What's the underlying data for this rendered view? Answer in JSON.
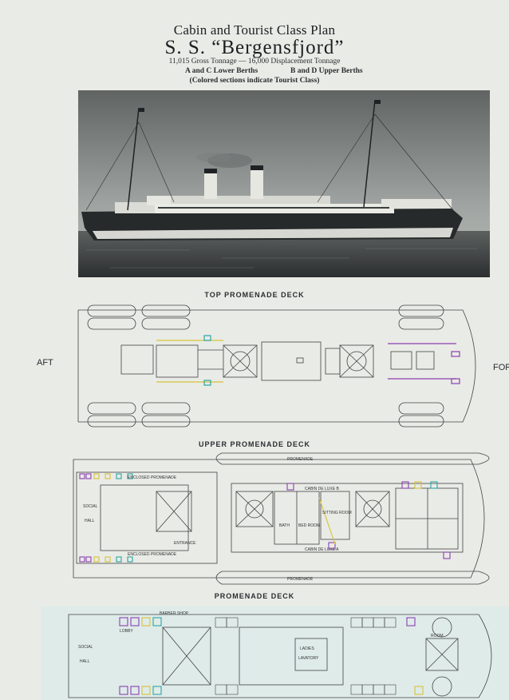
{
  "header": {
    "line1": "Cabin and Tourist Class Plan",
    "ship_name": "S. S. “Bergensfjord”",
    "tonnage": "11,015 Gross Tonnage — 16,000 Displacement Tonnage",
    "berths_lower": "A and C Lower Berths",
    "berths_upper": "B and D Upper Berths",
    "note": "(Colored sections indicate Tourist Class)"
  },
  "photo": {
    "subject": "ocean-liner-photograph"
  },
  "top_deck": {
    "title": "TOP PROMENADE DECK",
    "aft": "AFT",
    "forward": "FORW"
  },
  "upper_deck": {
    "title": "UPPER PROMENADE DECK",
    "labels": {
      "promenade_top": "PROMENADE",
      "promenade_bottom": "PROMENADE",
      "enclosed_top": "ENCLOSED PROMENADE",
      "enclosed_bottom": "ENCLOSED PROMENADE",
      "social": "SOCIAL",
      "hall": "HALL",
      "entrance": "ENTRANCE",
      "cabin_deluxe_top": "CABIN DE LUXE B",
      "cabin_deluxe_bottom": "CABIN DE LUXE A",
      "sitting_room": "SITTING ROOM",
      "bed_room": "BED ROOM",
      "bath": "BATH"
    }
  },
  "promenade_deck": {
    "title": "PROMENADE DECK",
    "labels": {
      "social": "SOCIAL",
      "hall": "HALL",
      "lobby": "LOBBY",
      "barber_shop": "BARBER SHOP",
      "ladies": "LADIES",
      "lavatory": "LAVATORY",
      "room": "ROOM"
    }
  },
  "colors": {
    "paper": "#e9ebe6",
    "ink": "#1c1f22",
    "tourist_purple": "#8a3fb0",
    "tourist_yellow": "#d7c23a",
    "tourist_teal": "#2aa6a6"
  }
}
